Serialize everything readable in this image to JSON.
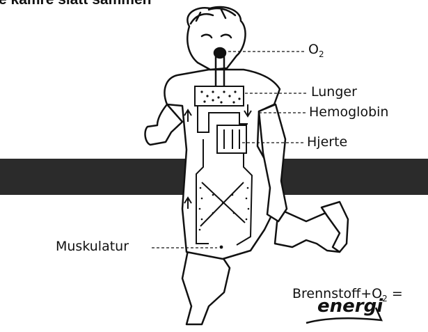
{
  "header": {
    "text": "e kamre slått sammen"
  },
  "labels": {
    "o2": "O",
    "o2_sub": "2",
    "lunger": "Lunger",
    "hemoglobin": "Hemoglobin",
    "hjerte": "Hjerte",
    "muskulatur": "Muskulatur",
    "equation_left": "Brennstoff+O",
    "equation_sub": "2",
    "equation_eq": "=",
    "energy": "energi"
  },
  "colors": {
    "band": "#2b2b2b",
    "ink": "#111111",
    "background": "#ffffff"
  }
}
